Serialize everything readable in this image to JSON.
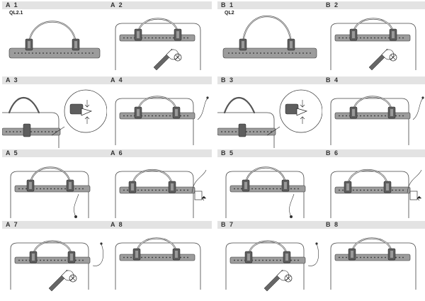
{
  "panels": [
    {
      "label": "A 1",
      "model": "QL2.1",
      "scene": "parts-a"
    },
    {
      "label": "A 2",
      "scene": "bag-screw"
    },
    {
      "label": "B 1",
      "model": "QL2",
      "scene": "parts-b"
    },
    {
      "label": "B 2",
      "scene": "bag-screw"
    },
    {
      "label": "A 3",
      "scene": "detail"
    },
    {
      "label": "A 4",
      "scene": "bag-cord"
    },
    {
      "label": "B 3",
      "scene": "detail"
    },
    {
      "label": "B 4",
      "scene": "bag-cord"
    },
    {
      "label": "A 5",
      "scene": "bag-hang"
    },
    {
      "label": "A 6",
      "scene": "bag-clip"
    },
    {
      "label": "B 5",
      "scene": "bag-hang"
    },
    {
      "label": "B 6",
      "scene": "bag-clip"
    },
    {
      "label": "A 7",
      "scene": "bag-cord-screw"
    },
    {
      "label": "A 8",
      "scene": "bag-final"
    },
    {
      "label": "B 7",
      "scene": "bag-cord-screw"
    },
    {
      "label": "B 8",
      "scene": "bag-final"
    }
  ]
}
